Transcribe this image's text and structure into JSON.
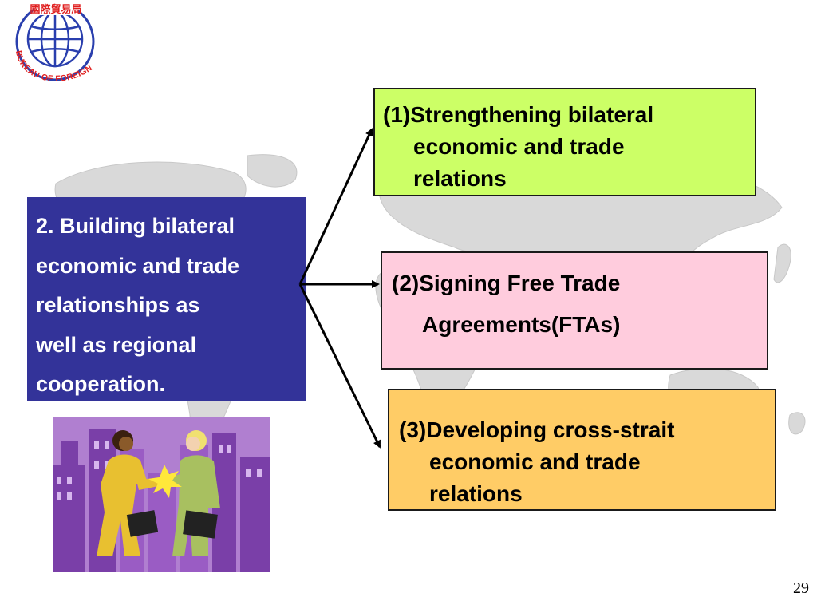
{
  "logo": {
    "chinese_text": "國際貿易局",
    "english_text": "BUREAU OF FOREIGN TRADE"
  },
  "main_topic": {
    "lines": [
      "2. Building bilateral",
      "economic and trade",
      "relationships as",
      "well as regional",
      "cooperation."
    ]
  },
  "items": [
    {
      "lines": [
        "(1)Strengthening bilateral",
        "economic and trade",
        "relations"
      ]
    },
    {
      "lines": [
        "(2)Signing Free Trade",
        "Agreements(FTAs)"
      ]
    },
    {
      "lines": [
        "(3)Developing cross-strait",
        "economic and trade",
        "relations"
      ]
    }
  ],
  "page_number": "29",
  "colors": {
    "main_box": "#333399",
    "item1": "#ccff66",
    "item2": "#ffccdd",
    "item3": "#ffcc66",
    "logo_blue": "#2a3fae",
    "logo_red": "#e02020"
  },
  "icons": [
    "world-map-watermark",
    "globe-logo",
    "business-handshake-clipart"
  ]
}
